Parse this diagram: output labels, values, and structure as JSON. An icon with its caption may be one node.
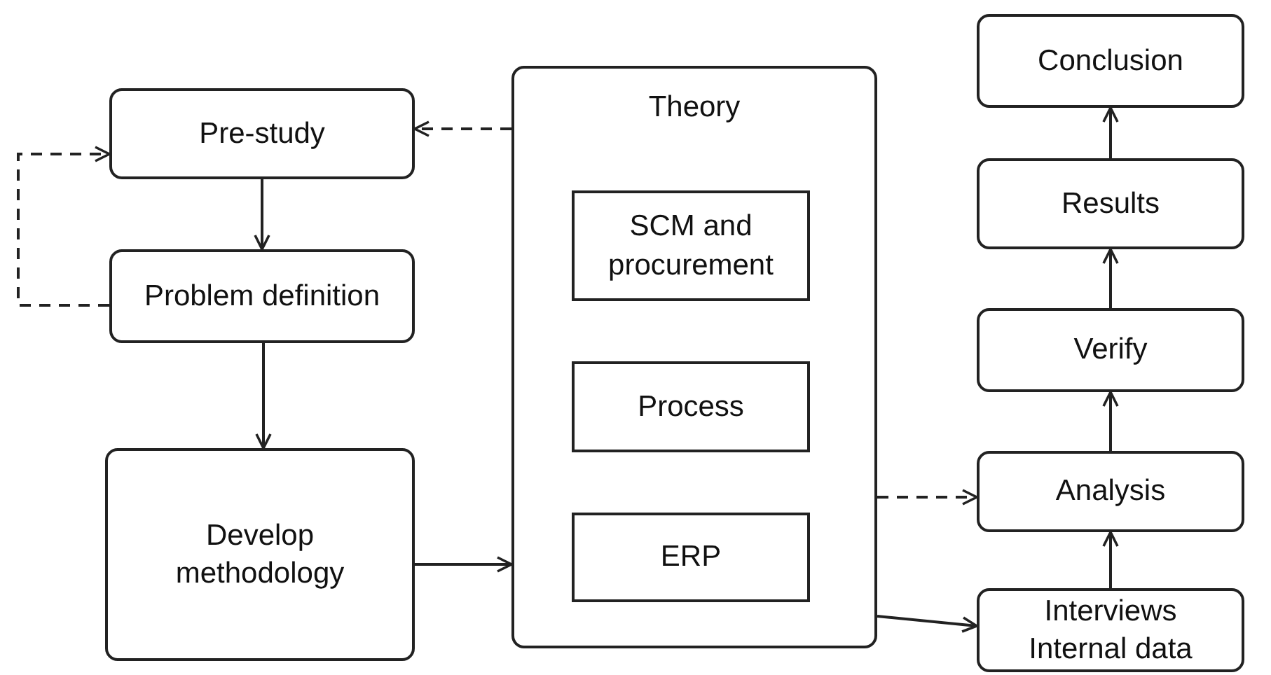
{
  "diagram": {
    "nodes": [
      {
        "text": [
          "Pre-study"
        ]
      },
      {
        "text": [
          "Problem definition"
        ]
      },
      {
        "text": [
          "Develop methodology"
        ]
      },
      {
        "text": [
          "Theory"
        ]
      },
      {
        "text": [
          "SCM and procurement"
        ],
        "in": 3
      },
      {
        "text": [
          "Process"
        ],
        "in": 3
      },
      {
        "text": [
          "ERP"
        ],
        "in": 3
      },
      {
        "text": [
          "Conclusion"
        ]
      },
      {
        "text": [
          "Results"
        ]
      },
      {
        "text": [
          "Verify"
        ]
      },
      {
        "text": [
          "Analysis"
        ]
      },
      {
        "text": [
          "Interviews Internal data"
        ]
      }
    ],
    "edges": [
      {
        "from": 3,
        "to": 0,
        "arrow": "to",
        "style": "dashed"
      },
      {
        "from": 0,
        "to": 1,
        "arrow": "to"
      },
      {
        "from": 1,
        "to": 0,
        "arrow": "to",
        "style": "dashed"
      },
      {
        "from": 1,
        "to": 2,
        "arrow": "to"
      },
      {
        "from": 2,
        "to": 3,
        "arrow": "to"
      },
      {
        "from": 3,
        "to": 10,
        "arrow": "to",
        "style": "dashed"
      },
      {
        "from": 3,
        "to": 11,
        "arrow": "to"
      },
      {
        "from": 11,
        "to": 10,
        "arrow": "to"
      },
      {
        "from": 10,
        "to": 9,
        "arrow": "to"
      },
      {
        "from": 9,
        "to": 8,
        "arrow": "to"
      },
      {
        "from": 8,
        "to": 7,
        "arrow": "to"
      }
    ]
  }
}
